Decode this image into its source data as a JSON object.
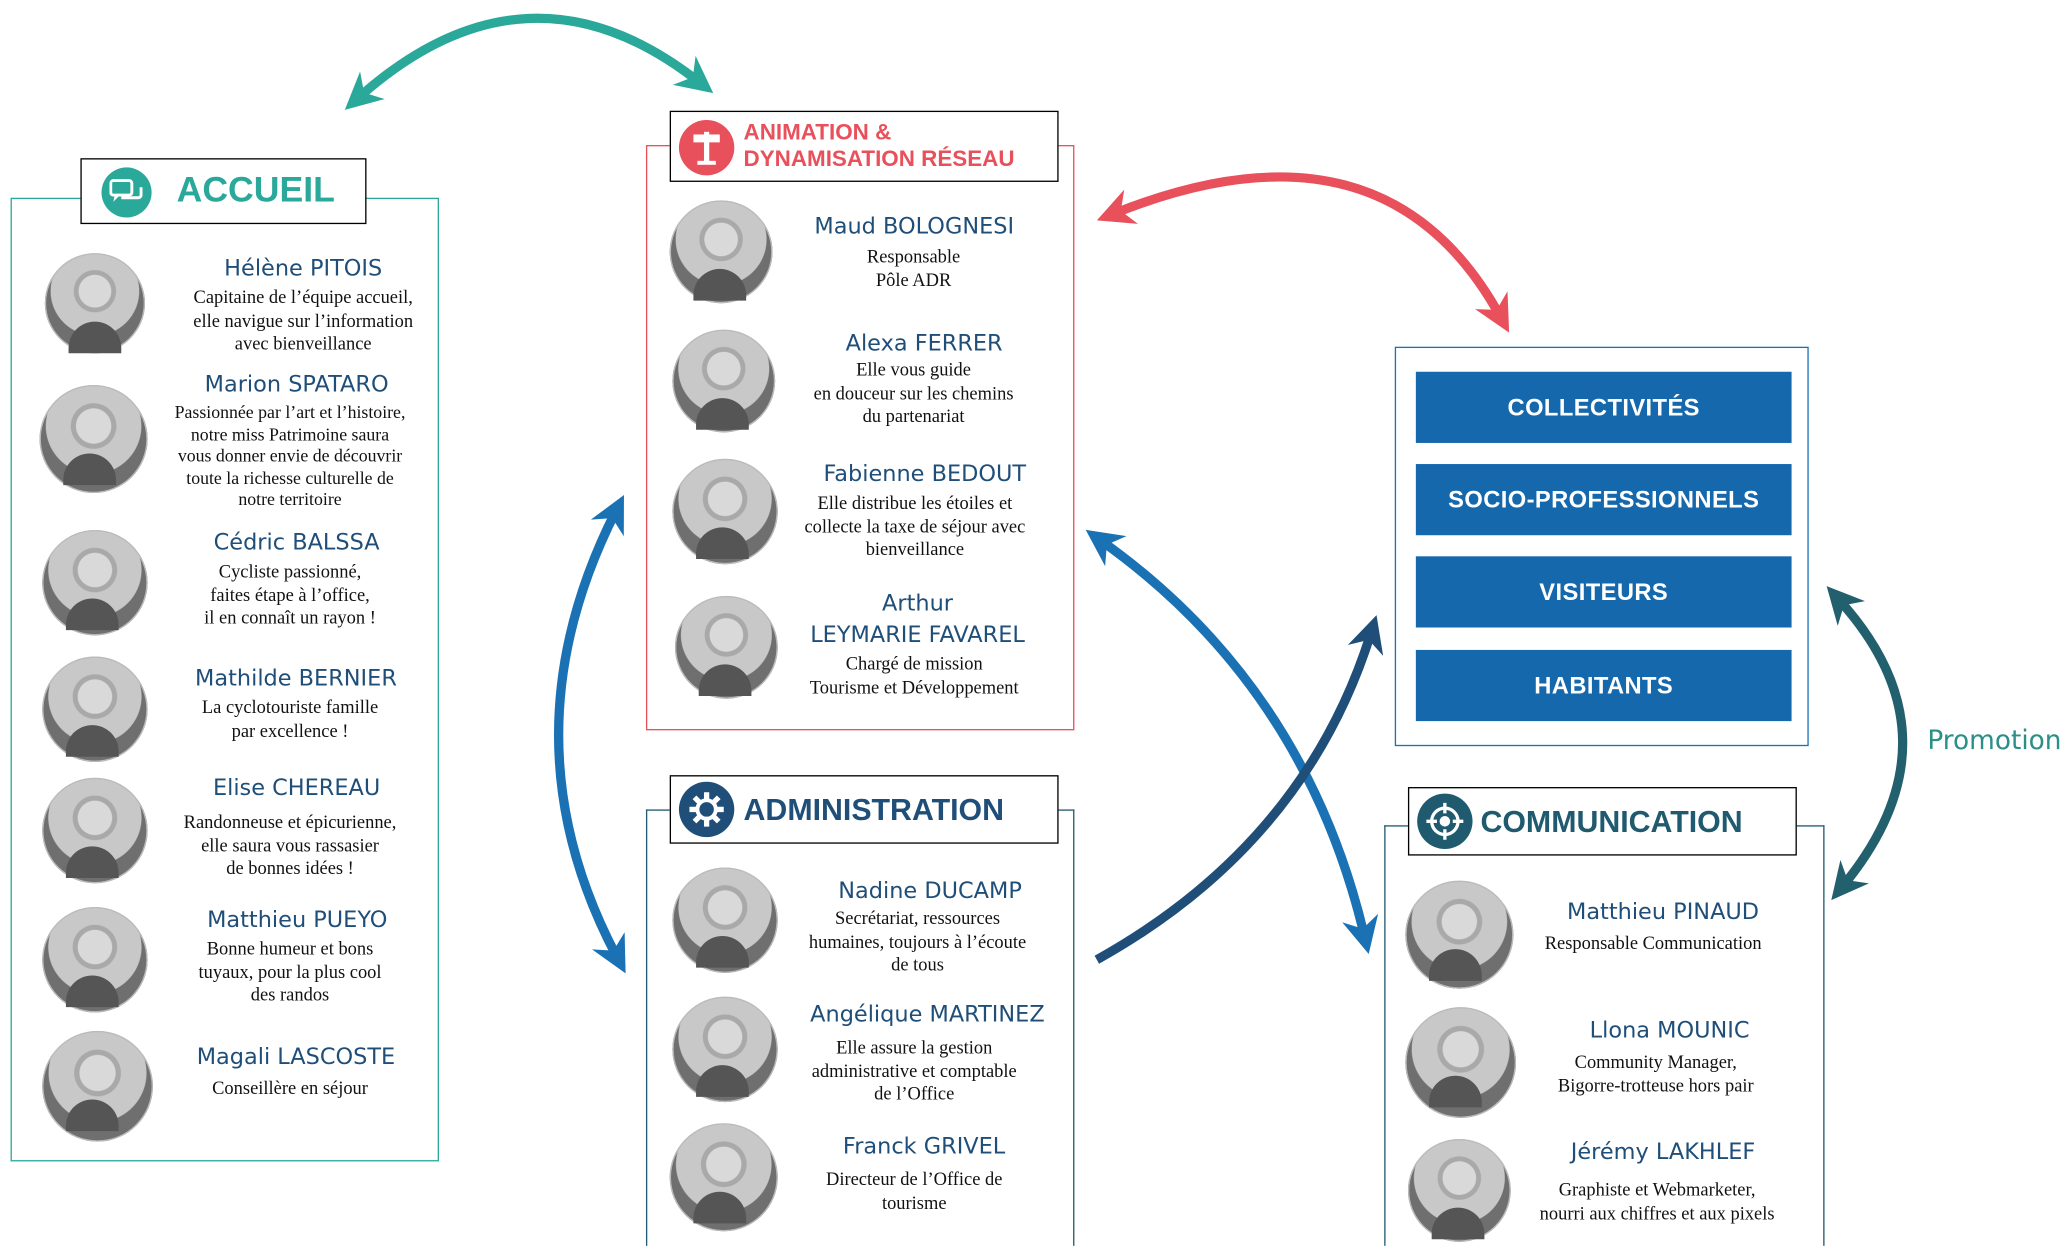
{
  "accueil": {
    "title": "ACCUEIL",
    "icon": "chat-bubbles-icon",
    "color": "#2aa89a",
    "people": [
      {
        "name": "Hélène PITOIS",
        "desc": "Capitaine de l’équipe accueil,\nelle navigue sur l’information\navec bienveillance"
      },
      {
        "name": "Marion SPATARO",
        "desc": "Passionnée par l’art et l’histoire,\nnotre miss Patrimoine saura\nvous donner envie de découvrir\ntoute la richesse culturelle de\nnotre territoire"
      },
      {
        "name": "Cédric BALSSA",
        "desc": "Cycliste passionné,\nfaites étape à l’office,\nil en connaît un rayon !"
      },
      {
        "name": "Mathilde BERNIER",
        "desc": "La cyclotouriste famille\npar excellence !"
      },
      {
        "name": "Elise CHEREAU",
        "desc": "Randonneuse et épicurienne,\nelle saura vous rassasier\nde bonnes idées !"
      },
      {
        "name": "Matthieu PUEYO",
        "desc": "Bonne humeur et bons\ntuyaux, pour la plus cool\ndes randos"
      },
      {
        "name": "Magali LASCOSTE",
        "desc": "Conseillère en séjour"
      }
    ]
  },
  "animation": {
    "title_line1": "ANIMATION &",
    "title_line2": "DYNAMISATION RÉSEAU",
    "icon": "signpost-icon",
    "color": "#e8505b",
    "people": [
      {
        "name": "Maud BOLOGNESI",
        "desc": "Responsable\nPôle ADR"
      },
      {
        "name": "Alexa FERRER",
        "desc": "Elle vous guide\nen douceur sur les chemins\ndu partenariat"
      },
      {
        "name": "Fabienne BEDOUT",
        "desc": "Elle distribue les étoiles et\ncollecte la taxe de séjour avec\nbienveillance"
      },
      {
        "name": "Arthur\nLEYMARIE FAVAREL",
        "desc": "Chargé de mission\nTourisme et Développement"
      }
    ]
  },
  "administration": {
    "title": "ADMINISTRATION",
    "icon": "gear-icon",
    "color": "#1f4e79",
    "people": [
      {
        "name": "Nadine DUCAMP",
        "desc": "Secrétariat, ressources\nhumaines, toujours à l’écoute\nde tous"
      },
      {
        "name": "Angélique MARTINEZ",
        "desc": "Elle assure la gestion\nadministrative et comptable\nde l’Office"
      },
      {
        "name": "Franck GRIVEL",
        "desc": "Directeur de l’Office de\ntourisme"
      }
    ]
  },
  "communication": {
    "title": "COMMUNICATION",
    "icon": "target-icon",
    "color": "#1f5a6e",
    "people": [
      {
        "name": "Matthieu PINAUD",
        "desc": "Responsable Communication"
      },
      {
        "name": "Llona MOUNIC",
        "desc": "Community Manager,\nBigorre-trotteuse hors pair"
      },
      {
        "name": "Jérémy LAKHLEF",
        "desc": "Graphiste et Webmarketer,\nnourri aux chiffres et aux pixels"
      }
    ]
  },
  "audiences": {
    "color": "#1668ad",
    "items": [
      "COLLECTIVITÉS",
      "SOCIO-PROFESSIONNELS",
      "VISITEURS",
      "HABITANTS"
    ]
  },
  "promotion_label": "Promotion"
}
